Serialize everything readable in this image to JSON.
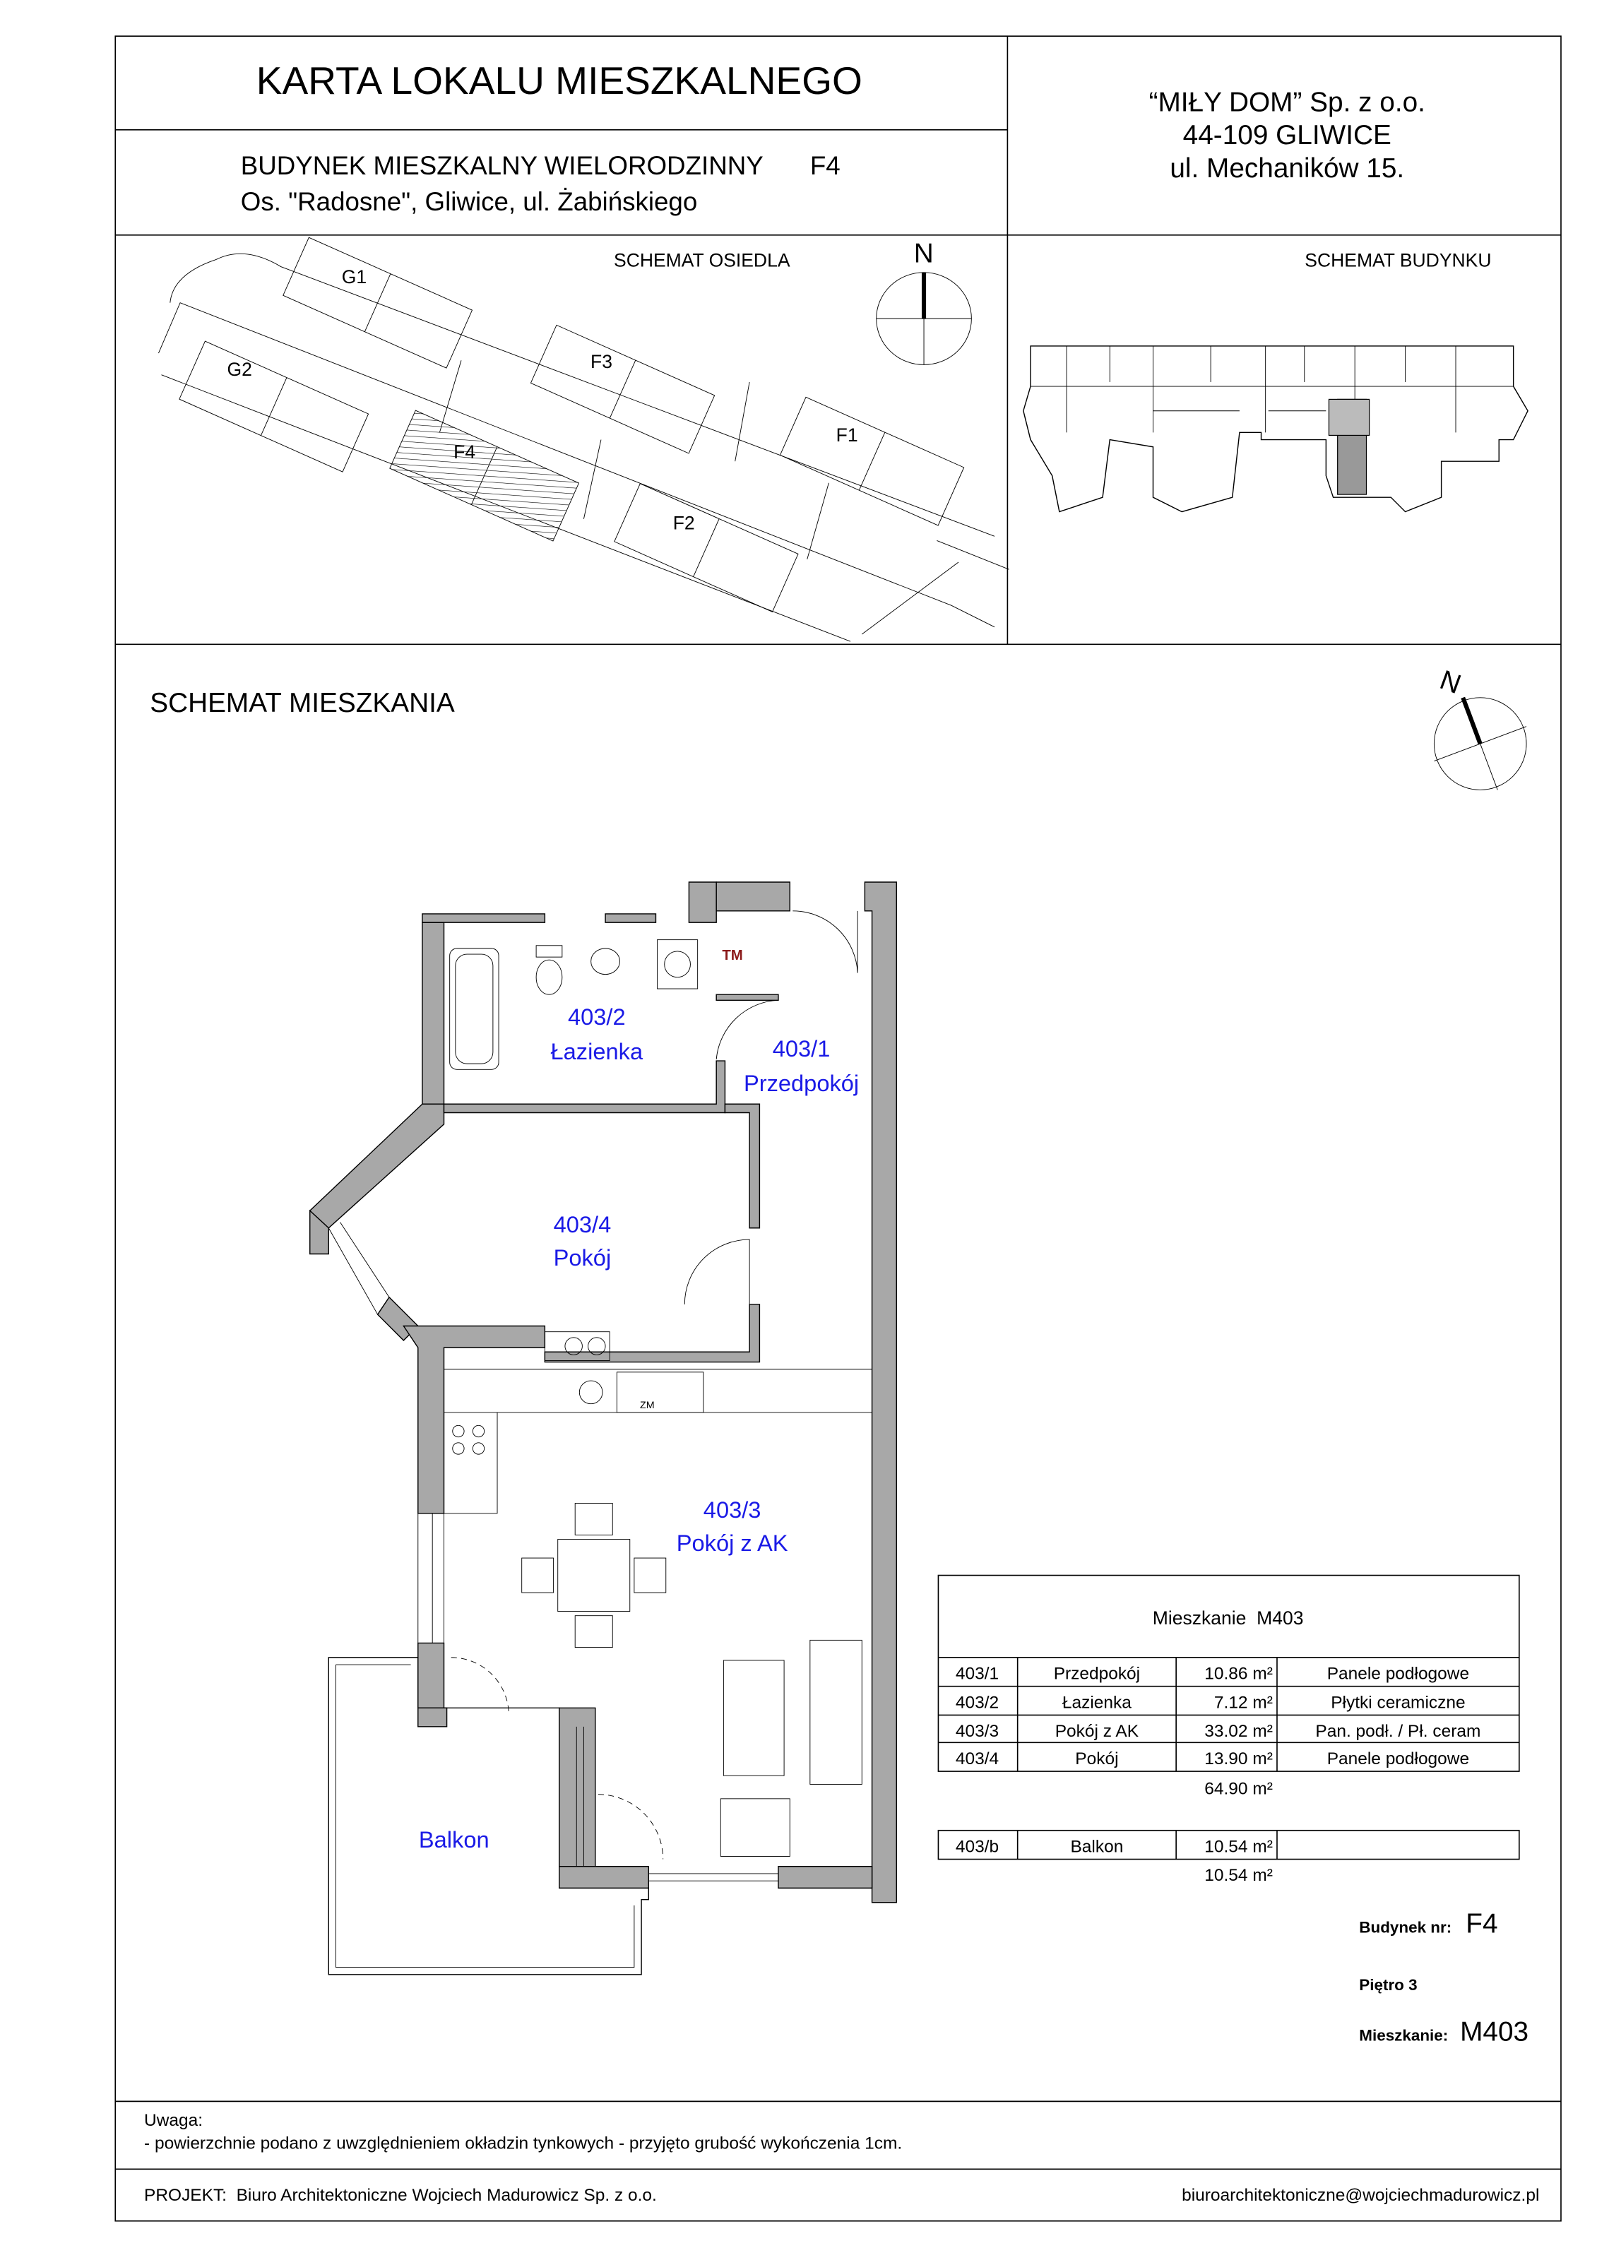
{
  "header": {
    "title": "KARTA LOKALU MIESZKALNEGO",
    "building_line": "BUDYNEK MIESZKALNY WIELORODZINNY",
    "building_code": "F4",
    "address_line": "Os. \"Radosne\", Gliwice, ul. Żabińskiego",
    "company_name": "“MIŁY DOM” Sp. z o.o.",
    "company_city": "44-109 GLIWICE",
    "company_street": "ul. Mechaników 15."
  },
  "site_plan": {
    "title": "SCHEMAT OSIEDLA",
    "north_label": "N",
    "buildings": [
      "G1",
      "G2",
      "F3",
      "F4",
      "F1",
      "F2"
    ],
    "highlighted": "F4"
  },
  "building_plan": {
    "title": "SCHEMAT BUDYNKU"
  },
  "apartment_plan": {
    "title": "SCHEMAT MIESZKANIA",
    "north_label": "N",
    "rooms": [
      {
        "number": "403/2",
        "name": "Łazienka"
      },
      {
        "number": "403/1",
        "name": "Przedpokój"
      },
      {
        "number": "403/4",
        "name": "Pokój"
      },
      {
        "number": "403/3",
        "name": "Pokój z AK"
      }
    ],
    "balcony_label": "Balkon",
    "tm_label": "TM",
    "zm_label": "ZM"
  },
  "rooms_table": {
    "title": "Mieszkanie  M403",
    "rows": [
      {
        "id": "403/1",
        "name": "Przedpokój",
        "area": "10.86 m²",
        "floor": "Panele podłogowe"
      },
      {
        "id": "403/2",
        "name": "Łazienka",
        "area": "7.12 m²",
        "floor": "Płytki ceramiczne"
      },
      {
        "id": "403/3",
        "name": "Pokój z AK",
        "area": "33.02 m²",
        "floor": "Pan. podł. / Pł. ceram"
      },
      {
        "id": "403/4",
        "name": "Pokój",
        "area": "13.90 m²",
        "floor": "Panele podłogowe"
      }
    ],
    "total": "64.90 m²",
    "balcony_rows": [
      {
        "id": "403/b",
        "name": "Balkon",
        "area": "10.54 m²",
        "floor": ""
      }
    ],
    "balcony_total": "10.54 m²"
  },
  "summary": {
    "building_label": "Budynek nr:",
    "building_value": "F4",
    "floor_label": "Piętro 3",
    "apartment_label": "Mieszkanie:",
    "apartment_value": "M403"
  },
  "notes": {
    "title": "Uwaga:",
    "line1": "- powierzchnie podano z uwzględnieniem okładzin tynkowych - przyjęto grubość wykończenia 1cm."
  },
  "footer": {
    "project": "PROJEKT:  Biuro Architektoniczne Wojciech Madurowicz Sp. z o.o.",
    "email": "biuroarchitektoniczne@wojciechmadurowicz.pl"
  }
}
